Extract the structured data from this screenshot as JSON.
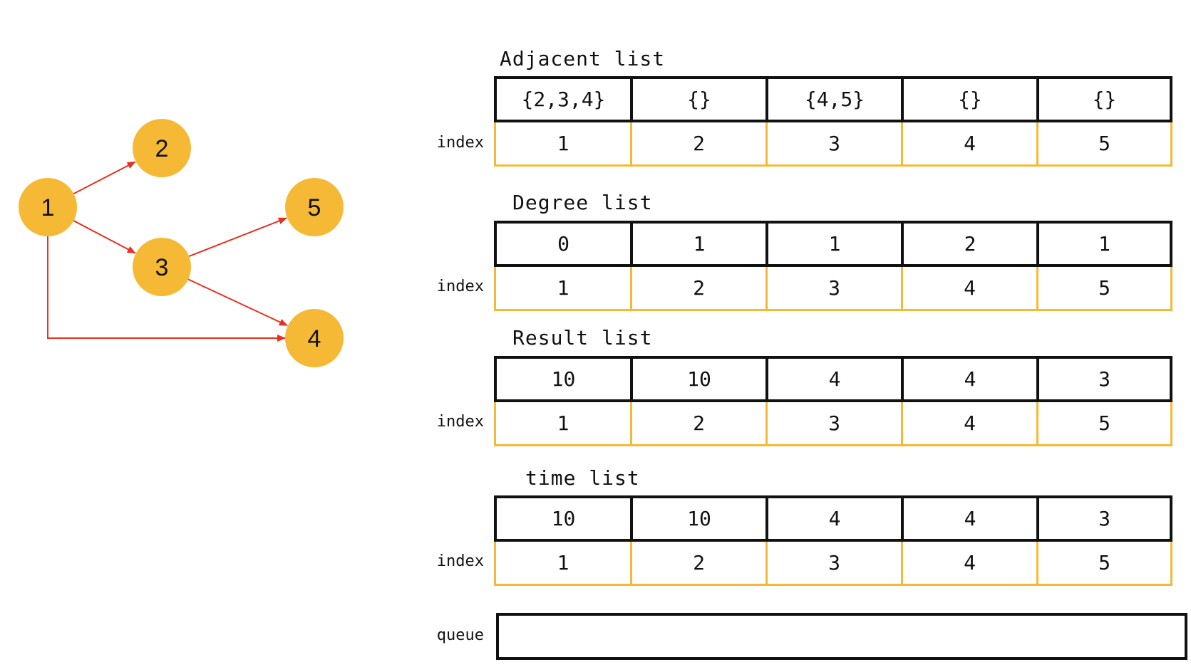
{
  "colors": {
    "node_fill": "#f6b935",
    "edge": "#e8301c",
    "cell_border": "#111111",
    "index_border": "#f6b935"
  },
  "graph": {
    "nodes": [
      {
        "id": "1",
        "label": "1"
      },
      {
        "id": "2",
        "label": "2"
      },
      {
        "id": "3",
        "label": "3"
      },
      {
        "id": "4",
        "label": "4"
      },
      {
        "id": "5",
        "label": "5"
      }
    ],
    "edges": [
      {
        "from": "1",
        "to": "2"
      },
      {
        "from": "1",
        "to": "3"
      },
      {
        "from": "1",
        "to": "4"
      },
      {
        "from": "3",
        "to": "5"
      },
      {
        "from": "3",
        "to": "4"
      }
    ]
  },
  "tables": [
    {
      "title": "Adjacent list",
      "index_label": "index",
      "values": [
        "{2,3,4}",
        "{}",
        "{4,5}",
        "{}",
        "{}"
      ],
      "indices": [
        "1",
        "2",
        "3",
        "4",
        "5"
      ]
    },
    {
      "title": "Degree list",
      "index_label": "index",
      "values": [
        "0",
        "1",
        "1",
        "2",
        "1"
      ],
      "indices": [
        "1",
        "2",
        "3",
        "4",
        "5"
      ]
    },
    {
      "title": "Result list",
      "index_label": "index",
      "values": [
        "10",
        "10",
        "4",
        "4",
        "3"
      ],
      "indices": [
        "1",
        "2",
        "3",
        "4",
        "5"
      ]
    },
    {
      "title": "time list",
      "index_label": "index",
      "values": [
        "10",
        "10",
        "4",
        "4",
        "3"
      ],
      "indices": [
        "1",
        "2",
        "3",
        "4",
        "5"
      ]
    }
  ],
  "queue": {
    "label": "queue"
  }
}
